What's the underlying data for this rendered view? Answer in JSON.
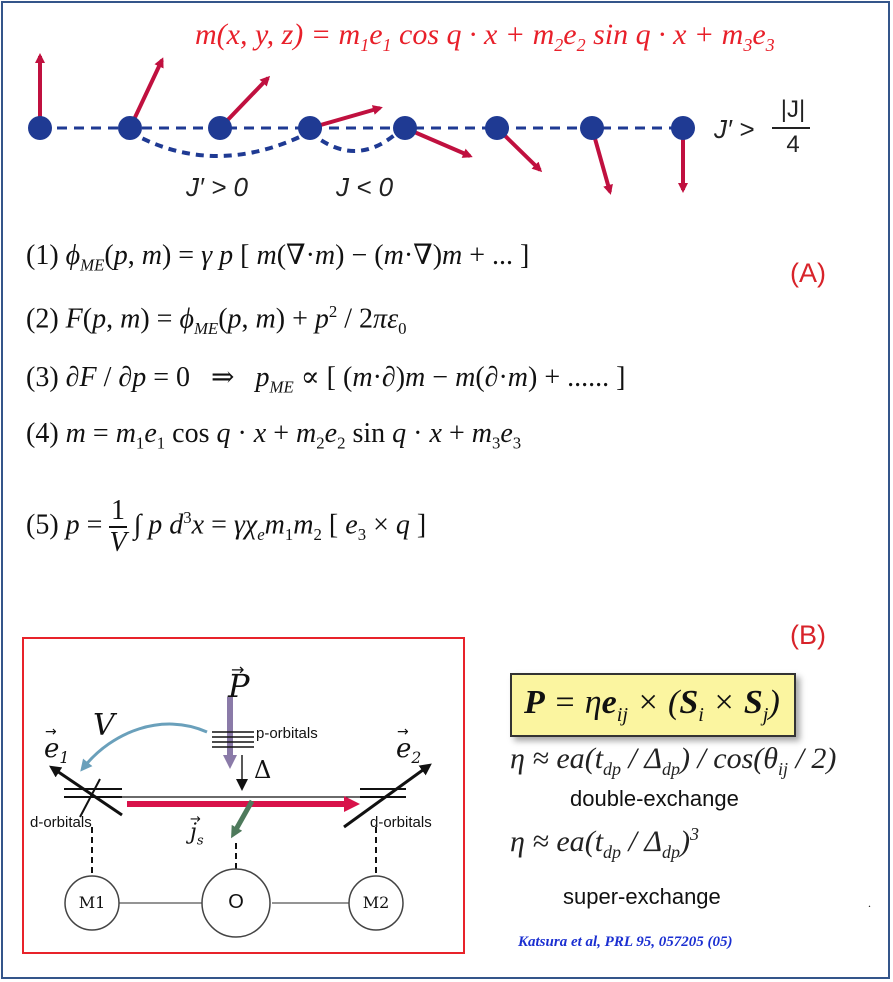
{
  "top_equation": "m(x, y, z) = m₁e₁ cos q · x + m₂e₂ sin q · x + m₃e₃",
  "chain_labels": {
    "j_prime_pos": "J′ > 0",
    "j_neg": "J < 0",
    "j_cond_left": "J′ >",
    "j_cond_num": "|J|",
    "j_cond_den": "4"
  },
  "equations": [
    {
      "num": "(1)",
      "text": "ϕ_ME(p, m) = γ p [ m(∇·m) − (m·∇)m + ... ]"
    },
    {
      "num": "(2)",
      "text": "F(p, m) = ϕ_ME(p, m) + p² / 2πε₀"
    },
    {
      "num": "(3)",
      "text": "∂F / ∂p = 0   ⇒   p_ME ∝ [ (m·∂)m − m(∂·m) + ...... ]"
    },
    {
      "num": "(4)",
      "text": "m = m₁e₁ cos q · x + m₂e₂ sin q · x + m₃e₃"
    },
    {
      "num": "(5)",
      "text": "p = (1/V) ∫ p d³x = γχₑ m₁ m₂ [ e₃ × q ]"
    }
  ],
  "section_labels": {
    "a": "(A)",
    "b": "(B)"
  },
  "diagram": {
    "P": "P",
    "V": "V",
    "e1": "e",
    "e1_sub": "1",
    "e2": "e",
    "e2_sub": "2",
    "delta": "Δ",
    "js": "j",
    "js_sub": "s",
    "p_orbitals": "p-orbitals",
    "d_orbitals_left": "d-orbitals",
    "d_orbitals_right": "d-orbitals",
    "M1": "M1",
    "O": "O",
    "M2": "M2"
  },
  "formula_box": "P = ηe_ij × (S_i × S_j)",
  "eta_double": "η ≈ ea(t_dp / Δ_dp) / cos(θ_ij / 2)",
  "double_exchange": "double-exchange",
  "eta_super": "η ≈ ea(t_dp / Δ_dp)³",
  "super_exchange": "super-exchange",
  "citation": "Katsura et al, PRL 95, 057205 (05)",
  "colors": {
    "frame": "#34558a",
    "spin": "#c0103f",
    "site": "#1f3a93",
    "accent_red": "#e8202a",
    "citation": "#1b2fd1"
  }
}
